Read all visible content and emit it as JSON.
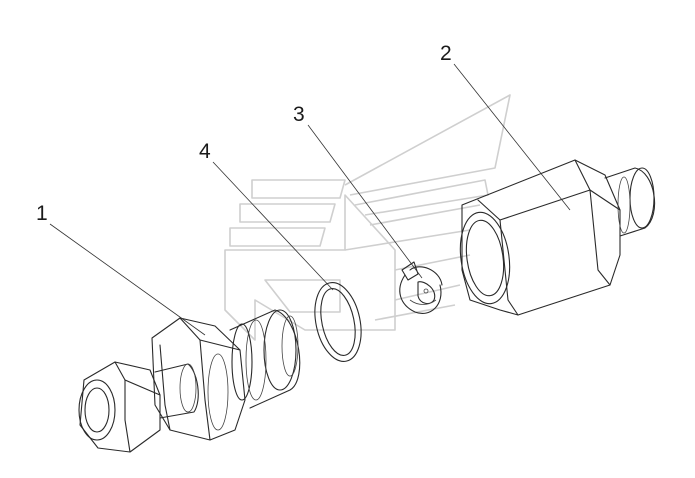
{
  "callouts": [
    {
      "id": "1",
      "label": "1"
    },
    {
      "id": "2",
      "label": "2"
    },
    {
      "id": "3",
      "label": "3"
    },
    {
      "id": "4",
      "label": "4"
    }
  ],
  "colors": {
    "line": "#2a2a2a",
    "watermark": "#cfcfcf",
    "background": "#ffffff"
  }
}
